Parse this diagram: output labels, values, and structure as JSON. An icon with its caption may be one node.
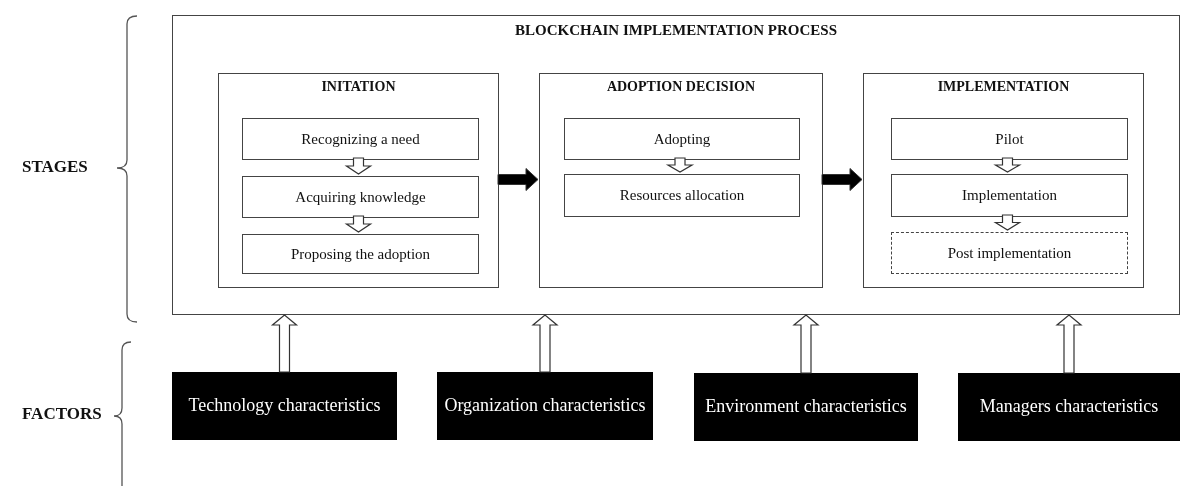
{
  "diagram": {
    "nodes": [
      {
        "text": [
          "BLOCKCHAIN IMPLEMENTATION PROCESS"
        ]
      },
      {
        "text": [
          "INITATION"
        ],
        "in": 0
      },
      {
        "text": [
          "Recognizing a need"
        ],
        "in": 1
      },
      {
        "text": [
          "Acquiring knowledge"
        ],
        "in": 1
      },
      {
        "text": [
          "Proposing the adoption"
        ],
        "in": 1
      },
      {
        "text": [
          "ADOPTION DECISION"
        ],
        "in": 0
      },
      {
        "text": [
          "Adopting"
        ],
        "in": 5
      },
      {
        "text": [
          "Resources allocation"
        ],
        "in": 5
      },
      {
        "text": [
          "IMPLEMENTATION"
        ],
        "in": 0
      },
      {
        "text": [
          "Pilot"
        ],
        "in": 8
      },
      {
        "text": [
          "Implementation"
        ],
        "in": 8
      },
      {
        "text": [
          "Post implementation"
        ],
        "in": 8
      },
      {
        "text": [
          "Technology characteristics"
        ]
      },
      {
        "text": [
          "Organization characteristics"
        ]
      },
      {
        "text": [
          "Environment characteristics"
        ]
      },
      {
        "text": [
          "Managers characteristics"
        ]
      }
    ],
    "edges": [
      {
        "from": 2,
        "to": 3,
        "arrow": "to"
      },
      {
        "from": 3,
        "to": 4,
        "arrow": "to"
      },
      {
        "from": 6,
        "to": 7,
        "arrow": "to"
      },
      {
        "from": 9,
        "to": 10,
        "arrow": "to"
      },
      {
        "from": 10,
        "to": 11,
        "arrow": "to"
      },
      {
        "from": 1,
        "to": 5,
        "arrow": "to",
        "style": "thick"
      },
      {
        "from": 5,
        "to": 8,
        "arrow": "to",
        "style": "thick"
      },
      {
        "from": 12,
        "to": 0,
        "arrow": "to"
      },
      {
        "from": 13,
        "to": 0,
        "arrow": "to"
      },
      {
        "from": 14,
        "to": 0,
        "arrow": "to"
      },
      {
        "from": 15,
        "to": 0,
        "arrow": "to"
      }
    ],
    "labels": [
      "STAGES",
      "FACTORS"
    ]
  }
}
